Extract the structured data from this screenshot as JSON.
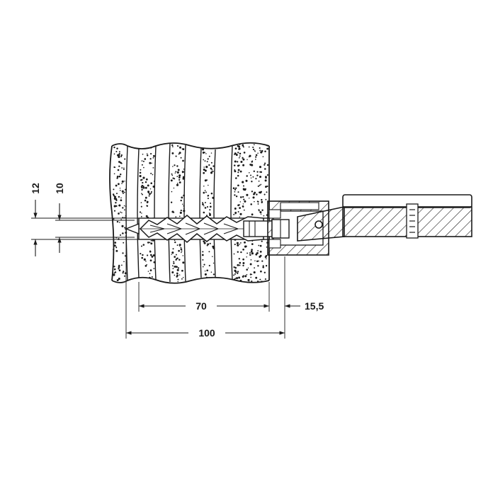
{
  "diagram": {
    "dimensions": {
      "d12": "12",
      "d10": "10",
      "d70": "70",
      "d15_5": "15,5",
      "d100": "100"
    },
    "colors": {
      "ink": "#1a1a1a",
      "background": "#ffffff"
    }
  }
}
